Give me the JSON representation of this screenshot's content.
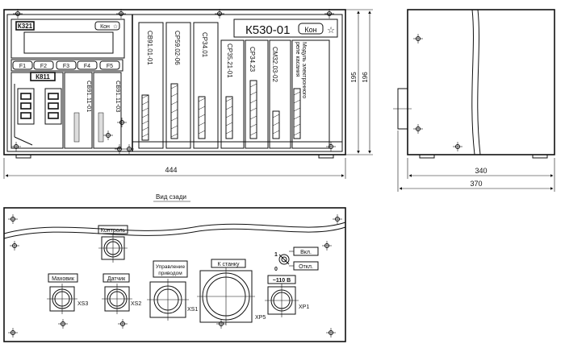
{
  "front_view": {
    "module_k321": "К321",
    "kon_small": "Кон",
    "fuse_labels": [
      "F1",
      "F2",
      "F3",
      "F4",
      "F5"
    ],
    "module_k811": "К811",
    "model_title": "К530-01",
    "kon_brand": "Кон",
    "card_labels": [
      "СВ91.01-01",
      "СР59.02-06",
      "СР34.01",
      "СР35.21-01",
      "СР34.23",
      "СМ32.03-02"
    ],
    "left_cards": [
      "СВ91.11-01",
      "СВ91.11-03"
    ],
    "module_note": "Модуль электронного реле касания",
    "width_dim": "444",
    "height_dim_inner": "195",
    "height_dim_outer": "196"
  },
  "side_view": {
    "depth_dim_inner": "340",
    "depth_dim_outer": "370"
  },
  "rear_view": {
    "title": "Вид сзади",
    "kontrol": "Контроль",
    "mahovik": "Маховик",
    "datchik": "Датчик",
    "upravlenie_line1": "Управление",
    "upravlenie_line2": "приводом",
    "k_stanku": "К станку",
    "vkl": "Вкл.",
    "otkl": "Откл.",
    "switch_pos_1": "1",
    "switch_pos_0": "0",
    "voltage": "~110 В",
    "xs1": "XS1",
    "xs2": "XS2",
    "xs3": "XS3",
    "xp1": "XP1",
    "xp5": "XP5"
  }
}
